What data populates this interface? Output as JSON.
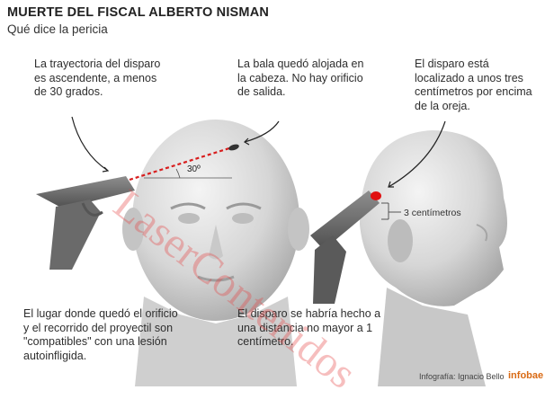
{
  "header": {
    "title": "MUERTE DEL FISCAL ALBERTO NISMAN",
    "subtitle": "Qué dice la pericia"
  },
  "notes": {
    "trajectory": "La trayectoria del disparo es ascendente, a menos de 30 grados.",
    "bullet": "La bala quedó alojada en la cabeza. No hay orificio de salida.",
    "location": "El disparo está localizado a unos tres centímetros por encima de la oreja.",
    "compatible": "El lugar donde quedó el orificio y el recorrido del proyectil son \"compatibles\" con una lesión autoinfligida.",
    "distance": "El disparo se habría hecho a una distancia no mayor a 1 centímetro."
  },
  "labels": {
    "angle": "30º",
    "measure": "3 centímetros"
  },
  "footer": {
    "credit": "Infografía: Ignacio Bello",
    "brand": "infobae"
  },
  "watermark": "LaserContenidos",
  "colors": {
    "trajectory": "#d81e1e",
    "wound": "#e01010",
    "brand": "#d96a14"
  }
}
